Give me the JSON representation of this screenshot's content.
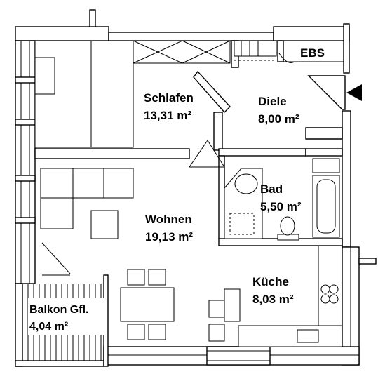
{
  "rooms": {
    "schlafen": {
      "name": "Schlafen",
      "area": "13,31 m²"
    },
    "diele": {
      "name": "Diele",
      "area": "8,00 m²"
    },
    "bad": {
      "name": "Bad",
      "area": "5,50 m²"
    },
    "wohnen": {
      "name": "Wohnen",
      "area": "19,13 m²"
    },
    "kueche": {
      "name": "Küche",
      "area": "8,03 m²"
    },
    "balkon": {
      "name": "Balkon Gfl.",
      "area": "4,04 m²"
    }
  },
  "labels": {
    "ebs": "EBS"
  },
  "colors": {
    "line": "#000000",
    "background": "#ffffff"
  }
}
